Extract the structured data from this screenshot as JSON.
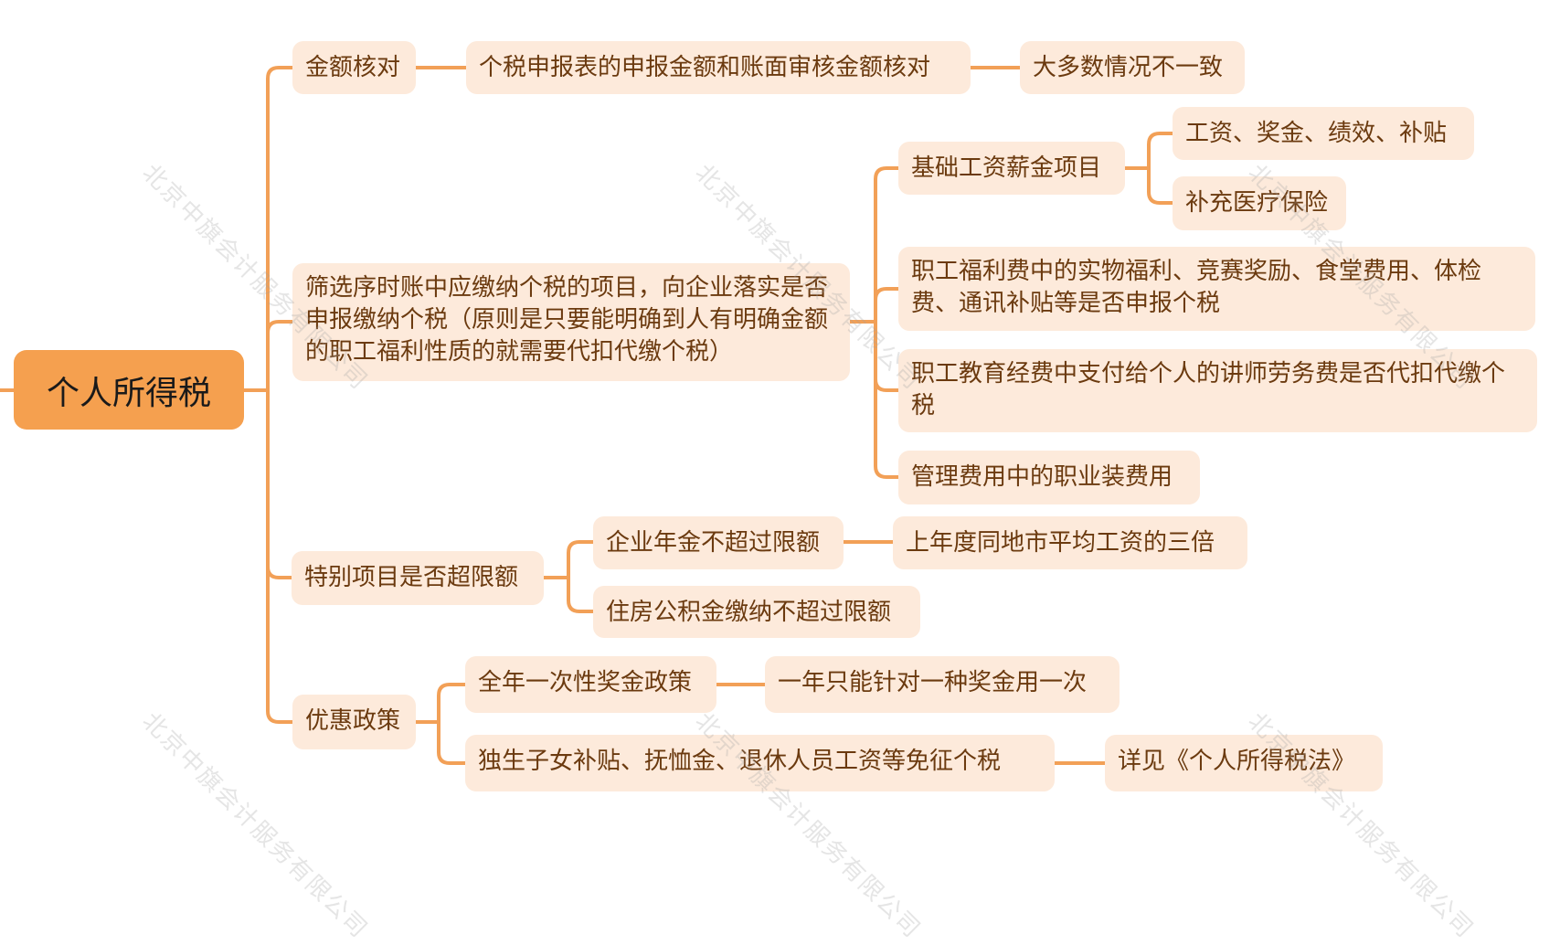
{
  "theme": {
    "line_color": "#f2a057",
    "node_bg": "#fdeadb",
    "node_text": "#6b3a0f",
    "root_bg": "#f5a04f",
    "root_text": "#1a1a1a"
  },
  "root": {
    "label": "个人所得税"
  },
  "branches": [
    {
      "label": "金额核对",
      "children": [
        {
          "label": "个税申报表的申报金额和账面审核金额核对",
          "children": [
            {
              "label": "大多数情况不一致"
            }
          ]
        }
      ]
    },
    {
      "label": "筛选序时账中应缴纳个税的项目，向企业落实是否申报缴纳个税（原则是只要能明确到人有明确金额的职工福利性质的就需要代扣代缴个税）",
      "children": [
        {
          "label": "基础工资薪金项目",
          "children": [
            {
              "label": "工资、奖金、绩效、补贴"
            },
            {
              "label": "补充医疗保险"
            }
          ]
        },
        {
          "label": "职工福利费中的实物福利、竞赛奖励、食堂费用、体检费、通讯补贴等是否申报个税"
        },
        {
          "label": "职工教育经费中支付给个人的讲师劳务费是否代扣代缴个税"
        },
        {
          "label": "管理费用中的职业装费用"
        }
      ]
    },
    {
      "label": "特别项目是否超限额",
      "children": [
        {
          "label": "企业年金不超过限额",
          "children": [
            {
              "label": "上年度同地市平均工资的三倍"
            }
          ]
        },
        {
          "label": "住房公积金缴纳不超过限额"
        }
      ]
    },
    {
      "label": "优惠政策",
      "children": [
        {
          "label": "全年一次性奖金政策",
          "children": [
            {
              "label": "一年只能针对一种奖金用一次"
            }
          ]
        },
        {
          "label": "独生子女补贴、抚恤金、退休人员工资等免征个税",
          "children": [
            {
              "label": "详见《个人所得税法》"
            }
          ]
        }
      ]
    }
  ],
  "watermark": {
    "text": "北京中旗会计服务有限公司"
  }
}
